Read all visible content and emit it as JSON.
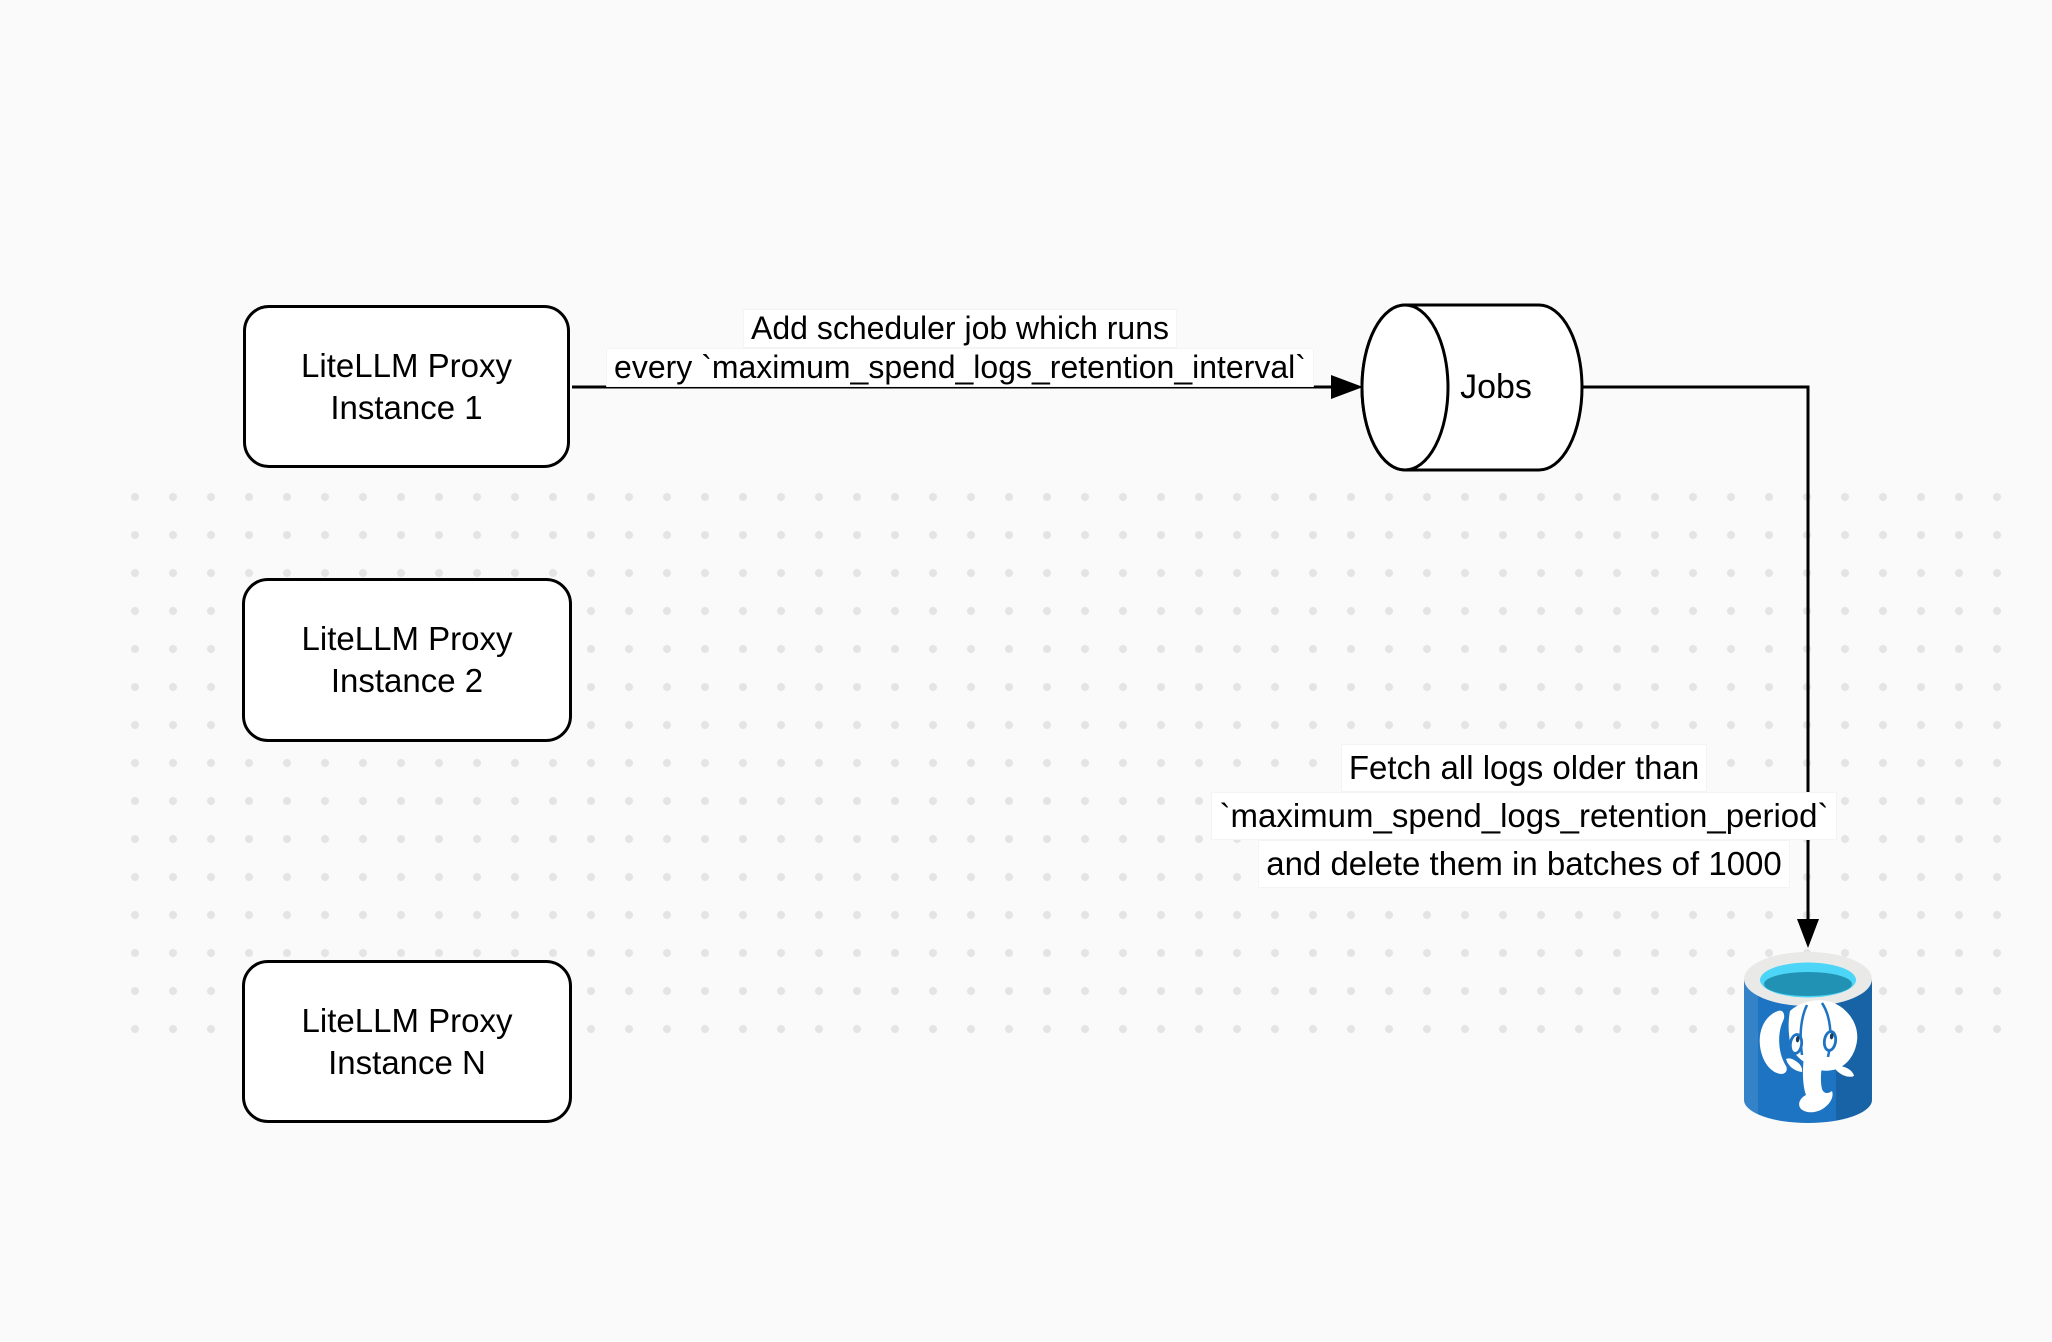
{
  "nodes": {
    "proxy1": {
      "line1": "LiteLLM Proxy",
      "line2": "Instance 1"
    },
    "proxy2": {
      "line1": "LiteLLM Proxy",
      "line2": "Instance 2"
    },
    "proxyN": {
      "line1": "LiteLLM Proxy",
      "line2": "Instance N"
    },
    "jobs": {
      "label": "Jobs"
    }
  },
  "edges": {
    "scheduler": {
      "line1": "Add scheduler job which runs",
      "line2": "every `maximum_spend_logs_retention_interval`"
    },
    "fetch": {
      "line1": "Fetch all logs older than",
      "line2": "`maximum_spend_logs_retention_period`",
      "line3": "and delete them in batches of 1000"
    }
  },
  "icons": {
    "postgresql": {
      "name": "postgresql-database-icon",
      "body_color": "#1d74c2",
      "rim_color": "#e9e9e7",
      "water_top": "#4cd5f7",
      "water_bottom": "#2191b4",
      "elephant_color": "#ffffff",
      "pupil_color": "#173a5e"
    }
  },
  "colors": {
    "line": "#000000",
    "node_fill": "#ffffff",
    "node_stroke": "#000000",
    "canvas_bg": "#fafafa",
    "grid_dot": "#e4e4e4",
    "label_bg": "#ffffff"
  }
}
